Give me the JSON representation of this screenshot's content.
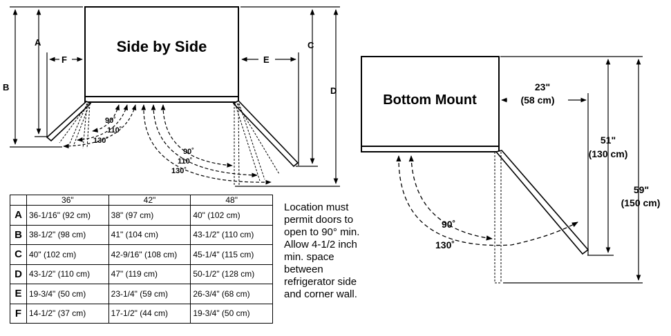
{
  "side_by_side": {
    "title": "Side by Side",
    "labels": {
      "A": "A",
      "B": "B",
      "C": "C",
      "D": "D",
      "E": "E",
      "F": "F"
    },
    "angles_left": [
      "90˚",
      "110˚",
      "130˚"
    ],
    "angles_right": [
      "90˚",
      "110˚",
      "130˚"
    ]
  },
  "bottom_mount": {
    "title": "Bottom Mount",
    "dim_width": {
      "value": "23\"",
      "metric": "(58 cm)"
    },
    "dim_door": {
      "value": "51\"",
      "metric": "(130 cm)"
    },
    "dim_total": {
      "value": "59\"",
      "metric": "(150 cm)"
    },
    "angles": [
      "90˚",
      "130˚"
    ]
  },
  "table": {
    "columns": [
      "",
      "36\"",
      "42\"",
      "48\""
    ],
    "rows": [
      {
        "label": "A",
        "values": [
          "36-1/16\" (92 cm)",
          "38\" (97 cm)",
          "40\" (102 cm)"
        ]
      },
      {
        "label": "B",
        "values": [
          "38-1/2\" (98 cm)",
          "41\" (104 cm)",
          "43-1/2\" (110 cm)"
        ]
      },
      {
        "label": "C",
        "values": [
          "40\" (102 cm)",
          "42-9/16\" (108 cm)",
          "45-1/4\" (115 cm)"
        ]
      },
      {
        "label": "D",
        "values": [
          "43-1/2\" (110 cm)",
          "47\" (119 cm)",
          "50-1/2\" (128 cm)"
        ]
      },
      {
        "label": "E",
        "values": [
          "19-3/4\" (50 cm)",
          "23-1/4\" (59 cm)",
          "26-3/4\" (68 cm)"
        ]
      },
      {
        "label": "F",
        "values": [
          "14-1/2\" (37 cm)",
          "17-1/2\" (44 cm)",
          "19-3/4\" (50 cm)"
        ]
      }
    ]
  },
  "note": {
    "lines": [
      "Location must",
      "permit doors to",
      "open to 90° min.",
      "Allow 4-1/2 inch",
      "min. space",
      "between",
      "refrigerator side",
      "and corner wall."
    ]
  }
}
